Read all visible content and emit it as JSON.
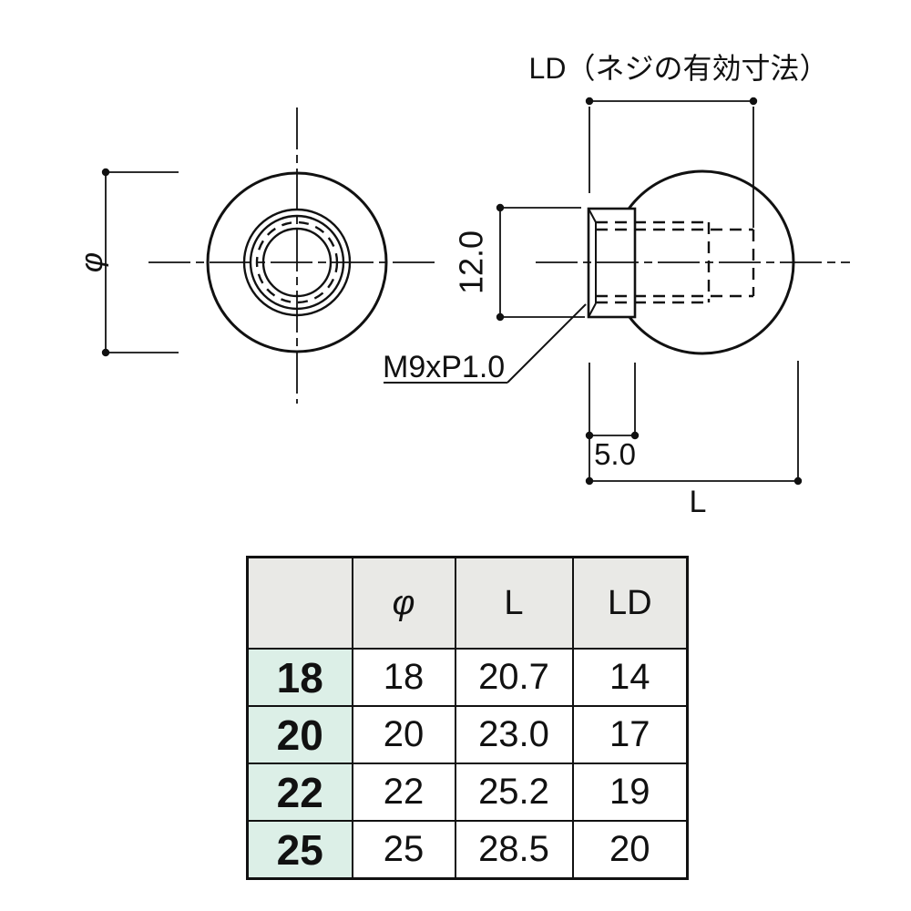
{
  "drawing": {
    "ld_note": "LD（ネジの有効寸法）",
    "dim_12": "12.0",
    "thread": "M9xP1.0",
    "dim_5": "5.0",
    "dim_l": "L",
    "dia_symbol": "φ"
  },
  "table": {
    "headers": [
      "",
      "φ",
      "L",
      "LD"
    ],
    "rows": [
      [
        "18",
        "18",
        "20.7",
        "14"
      ],
      [
        "20",
        "20",
        "23.0",
        "17"
      ],
      [
        "22",
        "22",
        "25.2",
        "19"
      ],
      [
        "25",
        "25",
        "28.5",
        "20"
      ]
    ]
  },
  "colors": {
    "line": "#111111",
    "header_bg": "#e9e9e6",
    "size_col_bg": "#dcefe7",
    "background": "#ffffff"
  }
}
